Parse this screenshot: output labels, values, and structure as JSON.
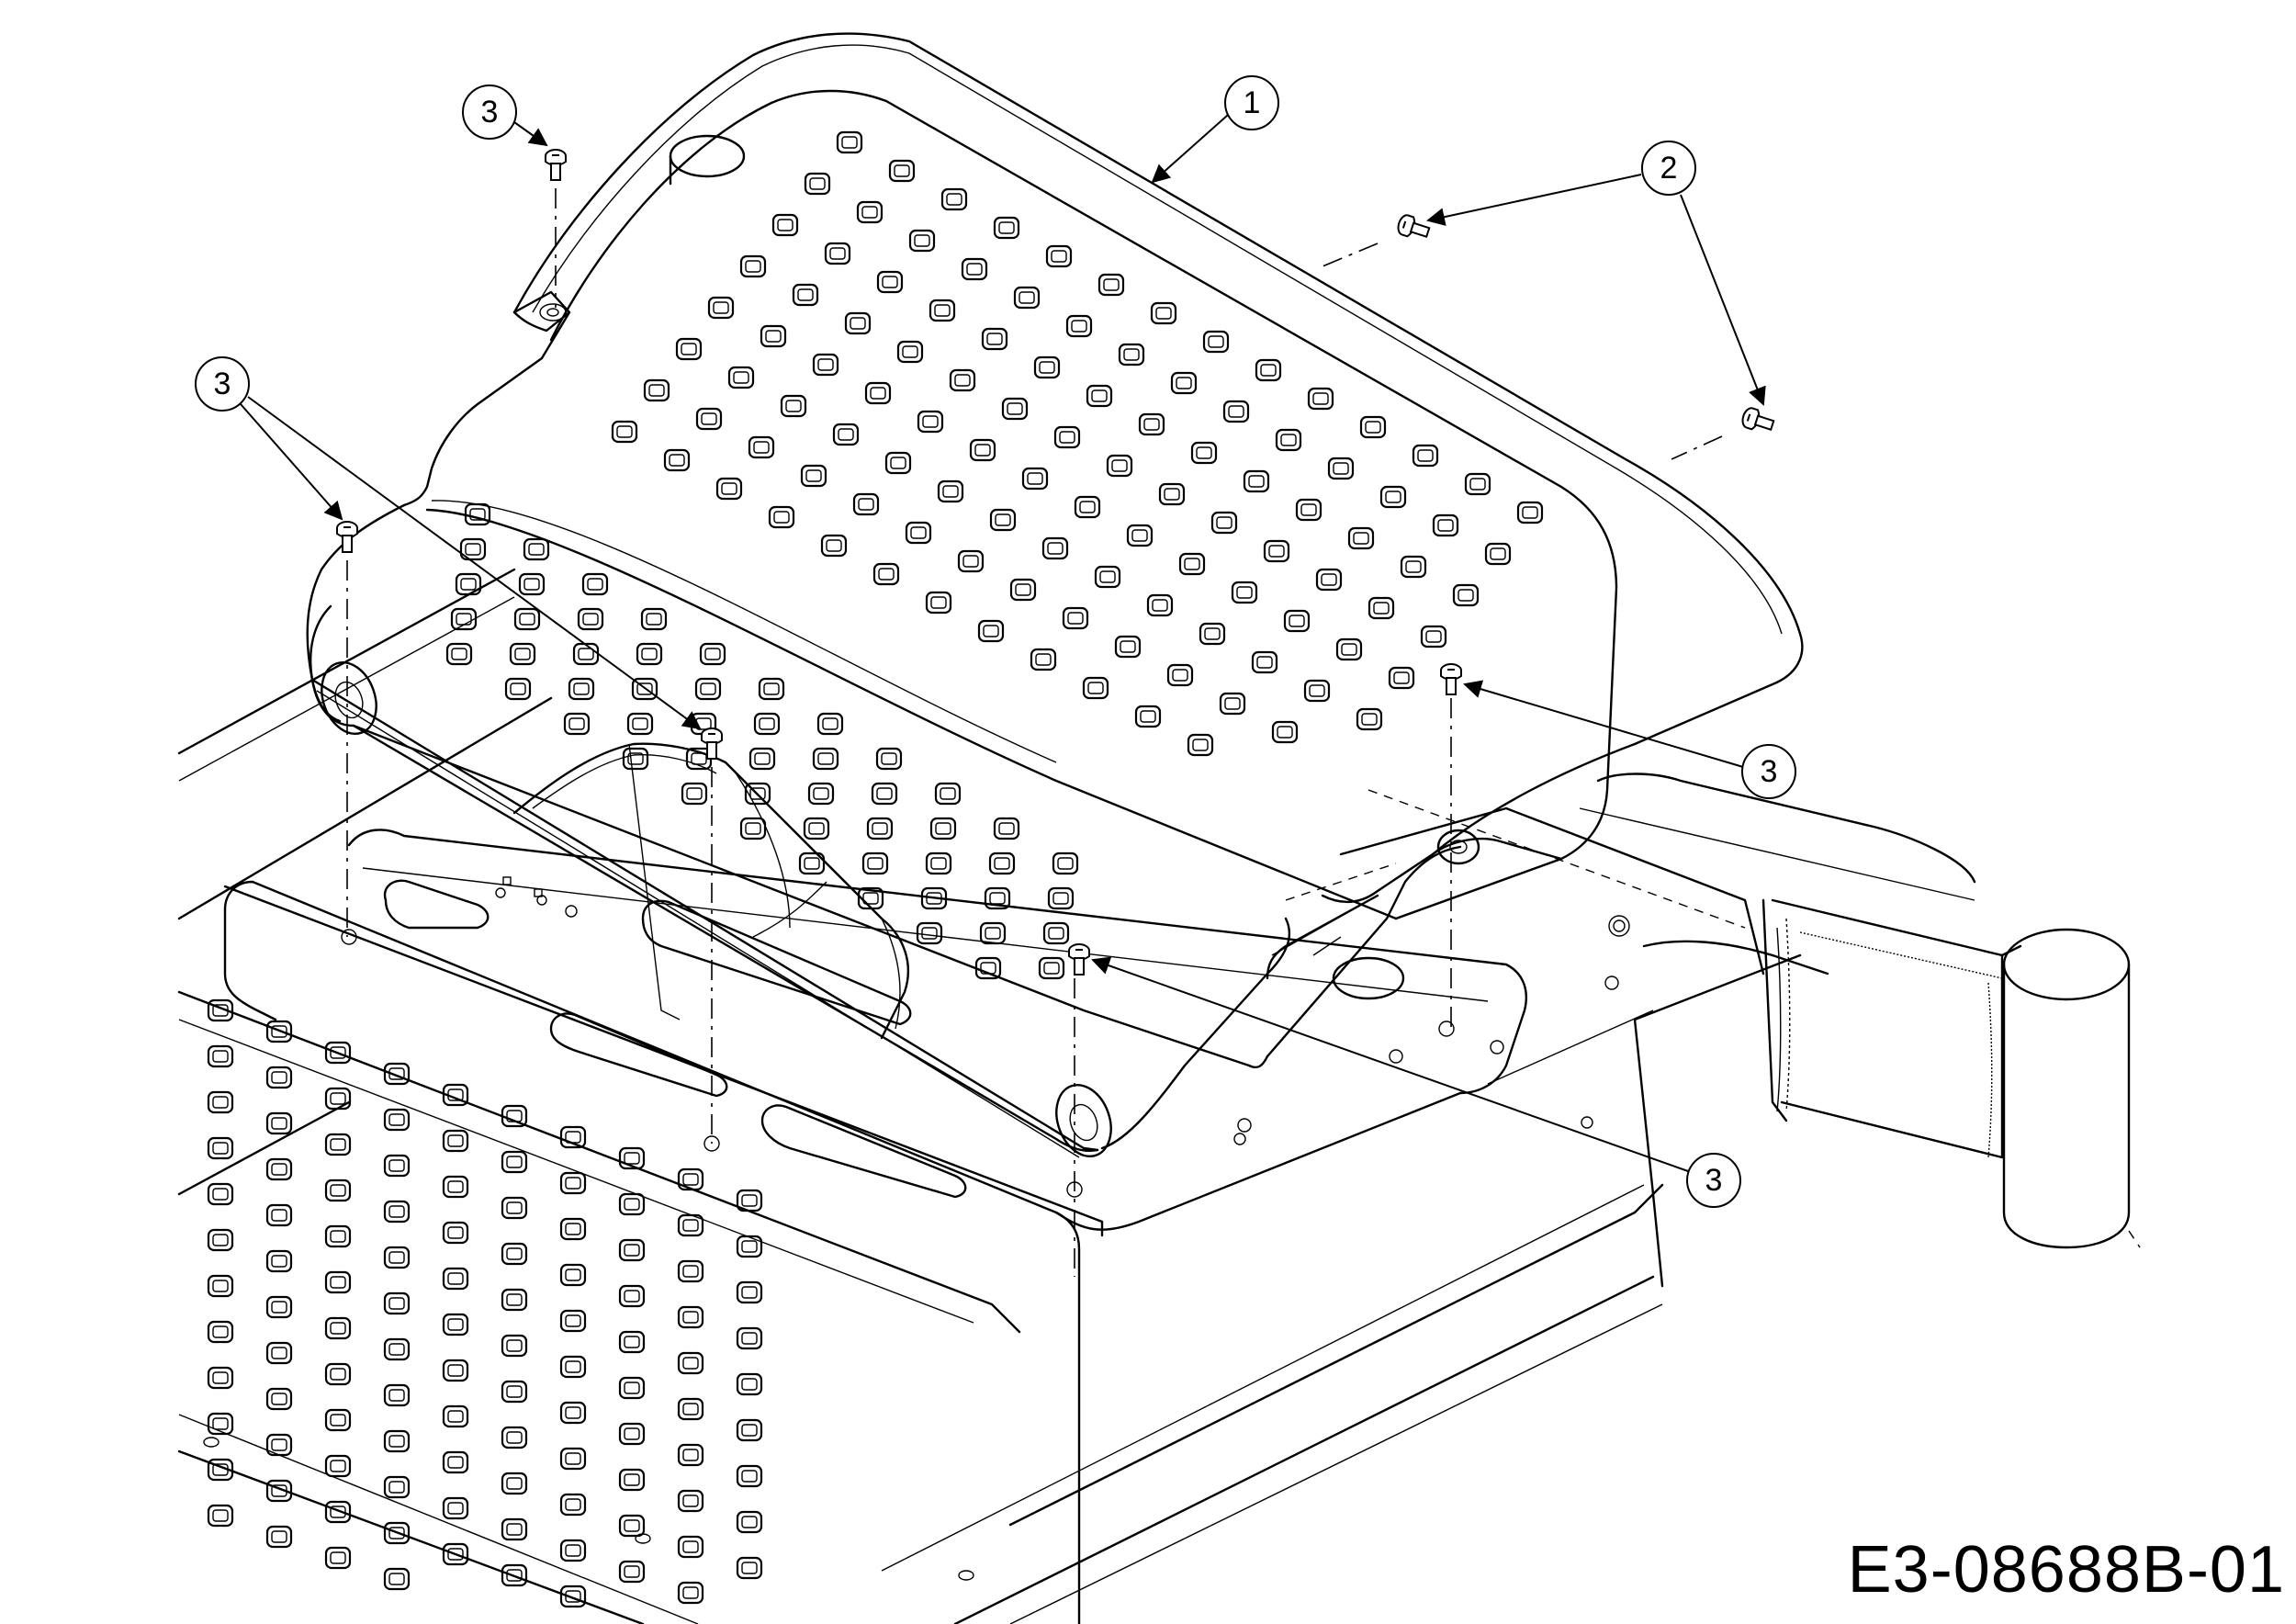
{
  "drawing": {
    "reference_code": "E3-08688B-01",
    "callouts": [
      {
        "id": "c1",
        "label": "1"
      },
      {
        "id": "c2",
        "label": "2"
      },
      {
        "id": "c3a",
        "label": "3"
      },
      {
        "id": "c3b",
        "label": "3"
      },
      {
        "id": "c3c",
        "label": "3"
      },
      {
        "id": "c3d",
        "label": "3"
      }
    ]
  }
}
